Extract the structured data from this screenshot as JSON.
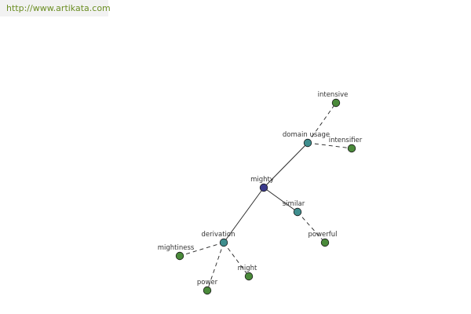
{
  "header": {
    "url": "http://www.artikata.com"
  },
  "colors": {
    "root": "#3a3a8c",
    "relation": "#3f8e8e",
    "term": "#4a8a3a",
    "edge": "#222222"
  },
  "graph": {
    "nodes": [
      {
        "id": "mighty",
        "label": "mighty",
        "kind": "root"
      },
      {
        "id": "domain-usage",
        "label": "domain usage",
        "kind": "relation"
      },
      {
        "id": "similar",
        "label": "similar",
        "kind": "relation"
      },
      {
        "id": "derivation",
        "label": "derivation",
        "kind": "relation"
      },
      {
        "id": "intensive",
        "label": "intensive",
        "kind": "term"
      },
      {
        "id": "intensifier",
        "label": "intensifier",
        "kind": "term"
      },
      {
        "id": "powerful",
        "label": "powerful",
        "kind": "term"
      },
      {
        "id": "mightiness",
        "label": "mightiness",
        "kind": "term"
      },
      {
        "id": "power",
        "label": "power",
        "kind": "term"
      },
      {
        "id": "might",
        "label": "might",
        "kind": "term"
      }
    ],
    "edges": [
      {
        "from": "mighty",
        "to": "domain-usage",
        "style": "solid"
      },
      {
        "from": "mighty",
        "to": "similar",
        "style": "solid"
      },
      {
        "from": "mighty",
        "to": "derivation",
        "style": "solid"
      },
      {
        "from": "domain-usage",
        "to": "intensive",
        "style": "dashed"
      },
      {
        "from": "domain-usage",
        "to": "intensifier",
        "style": "dashed"
      },
      {
        "from": "similar",
        "to": "powerful",
        "style": "dashed"
      },
      {
        "from": "derivation",
        "to": "mightiness",
        "style": "dashed"
      },
      {
        "from": "derivation",
        "to": "power",
        "style": "dashed"
      },
      {
        "from": "derivation",
        "to": "might",
        "style": "dashed"
      }
    ]
  }
}
